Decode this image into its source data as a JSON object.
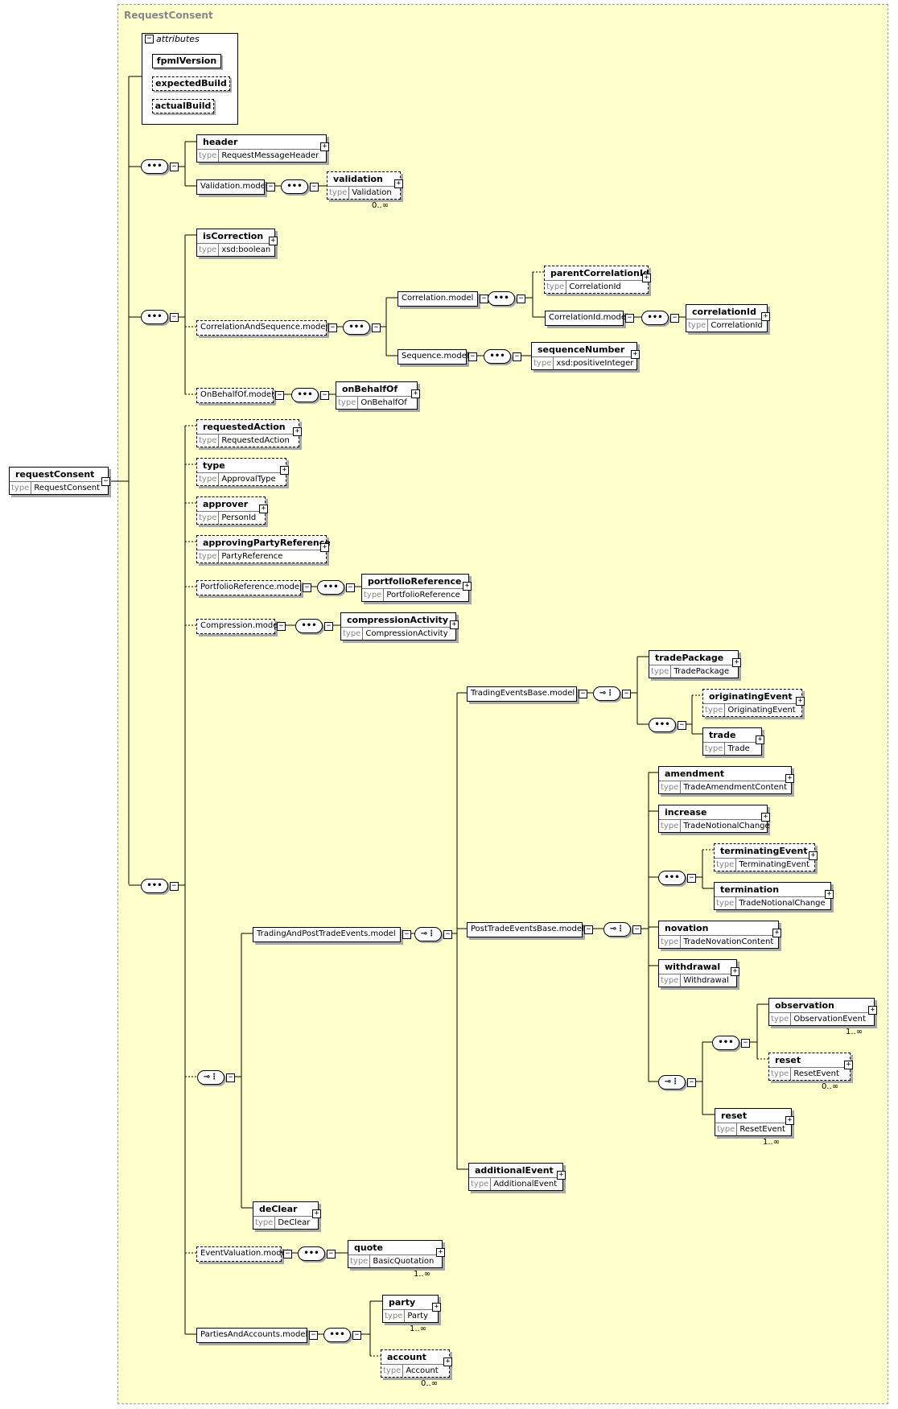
{
  "panel_title": "RequestConsent",
  "type_keyword": "type",
  "root": {
    "name": "requestConsent",
    "type": "RequestConsent"
  },
  "attributes": {
    "label": "attributes",
    "items": [
      "fpmlVersion",
      "expectedBuild",
      "actualBuild"
    ]
  },
  "elements": [
    {
      "id": "header",
      "name": "header",
      "type": "RequestMessageHeader",
      "optional": false
    },
    {
      "id": "validation",
      "name": "validation",
      "type": "Validation",
      "optional": true,
      "occurs": "0..∞"
    },
    {
      "id": "isCorrection",
      "name": "isCorrection",
      "type": "xsd:boolean",
      "optional": false
    },
    {
      "id": "parentCorrelationId",
      "name": "parentCorrelationId",
      "type": "CorrelationId",
      "optional": true
    },
    {
      "id": "correlationId",
      "name": "correlationId",
      "type": "CorrelationId",
      "optional": false
    },
    {
      "id": "sequenceNumber",
      "name": "sequenceNumber",
      "type": "xsd:positiveInteger",
      "optional": false
    },
    {
      "id": "onBehalfOf",
      "name": "onBehalfOf",
      "type": "OnBehalfOf",
      "optional": false
    },
    {
      "id": "requestedAction",
      "name": "requestedAction",
      "type": "RequestedAction",
      "optional": true
    },
    {
      "id": "type",
      "name": "type",
      "type": "ApprovalType",
      "optional": true
    },
    {
      "id": "approver",
      "name": "approver",
      "type": "PersonId",
      "optional": true
    },
    {
      "id": "approvingPartyReference",
      "name": "approvingPartyReference",
      "type": "PartyReference",
      "optional": true
    },
    {
      "id": "portfolioReference",
      "name": "portfolioReference",
      "type": "PortfolioReference",
      "optional": false
    },
    {
      "id": "compressionActivity",
      "name": "compressionActivity",
      "type": "CompressionActivity",
      "optional": false
    },
    {
      "id": "tradePackage",
      "name": "tradePackage",
      "type": "TradePackage",
      "optional": false
    },
    {
      "id": "originatingEvent",
      "name": "originatingEvent",
      "type": "OriginatingEvent",
      "optional": true
    },
    {
      "id": "trade",
      "name": "trade",
      "type": "Trade",
      "optional": false
    },
    {
      "id": "amendment",
      "name": "amendment",
      "type": "TradeAmendmentContent",
      "optional": false
    },
    {
      "id": "increase",
      "name": "increase",
      "type": "TradeNotionalChange",
      "optional": false
    },
    {
      "id": "terminatingEvent",
      "name": "terminatingEvent",
      "type": "TerminatingEvent",
      "optional": true
    },
    {
      "id": "termination",
      "name": "termination",
      "type": "TradeNotionalChange",
      "optional": false
    },
    {
      "id": "novation",
      "name": "novation",
      "type": "TradeNovationContent",
      "optional": false
    },
    {
      "id": "withdrawal",
      "name": "withdrawal",
      "type": "Withdrawal",
      "optional": false
    },
    {
      "id": "observation",
      "name": "observation",
      "type": "ObservationEvent",
      "optional": false,
      "occurs": "1..∞"
    },
    {
      "id": "reset1",
      "name": "reset",
      "type": "ResetEvent",
      "optional": true,
      "occurs": "0..∞"
    },
    {
      "id": "reset2",
      "name": "reset",
      "type": "ResetEvent",
      "optional": false,
      "occurs": "1..∞"
    },
    {
      "id": "additionalEvent",
      "name": "additionalEvent",
      "type": "AdditionalEvent",
      "optional": false
    },
    {
      "id": "deClear",
      "name": "deClear",
      "type": "DeClear",
      "optional": false
    },
    {
      "id": "quote",
      "name": "quote",
      "type": "BasicQuotation",
      "optional": false,
      "occurs": "1..∞"
    },
    {
      "id": "party",
      "name": "party",
      "type": "Party",
      "optional": false,
      "occurs": "1..∞"
    },
    {
      "id": "account",
      "name": "account",
      "type": "Account",
      "optional": true,
      "occurs": "0..∞"
    }
  ],
  "groups": [
    {
      "id": "validationModel",
      "label": "Validation.model",
      "optional": false
    },
    {
      "id": "correlationAndSequenceModel",
      "label": "CorrelationAndSequence.model",
      "optional": true
    },
    {
      "id": "correlationModel",
      "label": "Correlation.model",
      "optional": false
    },
    {
      "id": "correlationIdModel",
      "label": "CorrelationId.model",
      "optional": false
    },
    {
      "id": "sequenceModel",
      "label": "Sequence.model",
      "optional": false
    },
    {
      "id": "onBehalfOfModel",
      "label": "OnBehalfOf.model",
      "optional": true
    },
    {
      "id": "portfolioReferenceModel",
      "label": "PortfolioReference.model",
      "optional": true
    },
    {
      "id": "compressionModel",
      "label": "Compression.model",
      "optional": true
    },
    {
      "id": "tradingEventsBaseModel",
      "label": "TradingEventsBase.model",
      "optional": false
    },
    {
      "id": "tradingAndPostTradeEventsModel",
      "label": "TradingAndPostTradeEvents.model",
      "optional": false
    },
    {
      "id": "postTradeEventsBaseModel",
      "label": "PostTradeEventsBase.model",
      "optional": false
    },
    {
      "id": "eventValuationModel",
      "label": "EventValuation.model",
      "optional": true
    },
    {
      "id": "partiesAndAccountsModel",
      "label": "PartiesAndAccounts.model",
      "optional": false
    }
  ],
  "compositors": [
    {
      "id": "c_seq1",
      "kind": "sequence"
    },
    {
      "id": "c_seq_val",
      "kind": "sequence"
    },
    {
      "id": "c_seq2",
      "kind": "sequence"
    },
    {
      "id": "c_seq_cas",
      "kind": "sequence"
    },
    {
      "id": "c_seq_corr",
      "kind": "sequence"
    },
    {
      "id": "c_seq_cid",
      "kind": "sequence"
    },
    {
      "id": "c_seq_sq",
      "kind": "sequence"
    },
    {
      "id": "c_seq_obo",
      "kind": "sequence"
    },
    {
      "id": "c_seq_pr",
      "kind": "sequence"
    },
    {
      "id": "c_seq_cmp",
      "kind": "sequence"
    },
    {
      "id": "c_seq3",
      "kind": "sequence"
    },
    {
      "id": "c_choice_main",
      "kind": "choice"
    },
    {
      "id": "c_choice_tpte",
      "kind": "choice"
    },
    {
      "id": "c_choice_teb",
      "kind": "choice"
    },
    {
      "id": "c_seq_teb",
      "kind": "sequence"
    },
    {
      "id": "c_choice_pte",
      "kind": "choice"
    },
    {
      "id": "c_seq_term",
      "kind": "sequence"
    },
    {
      "id": "c_choice_obs",
      "kind": "choice"
    },
    {
      "id": "c_seq_obs",
      "kind": "sequence"
    },
    {
      "id": "c_seq_ev",
      "kind": "sequence"
    },
    {
      "id": "c_seq_pa",
      "kind": "sequence"
    }
  ]
}
